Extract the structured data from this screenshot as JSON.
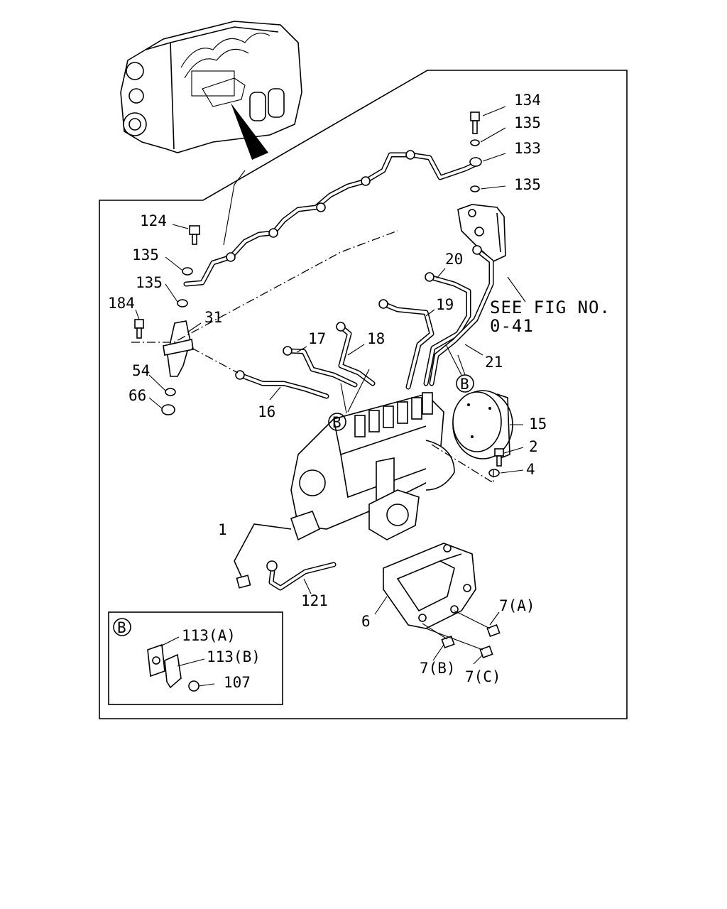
{
  "diagram": {
    "see_fig_line1": "SEE FIG NO.",
    "see_fig_line2": "0-41",
    "inset_marker": "B",
    "callouts": {
      "c134": "134",
      "c135a": "135",
      "c133": "133",
      "c135b": "135",
      "c124": "124",
      "c135c": "135",
      "c135d": "135",
      "c184": "184",
      "c31": "31",
      "c54": "54",
      "c66": "66",
      "c20": "20",
      "c19": "19",
      "c17": "17",
      "c18": "18",
      "c21": "21",
      "c16": "16",
      "c15": "15",
      "c2": "2",
      "c4": "4",
      "c1": "1",
      "c121": "121",
      "c6": "6",
      "c7a": "7(A)",
      "c7b": "7(B)",
      "c7c": "7(C)",
      "c113a": "113(A)",
      "c113b": "113(B)",
      "c107": "107"
    },
    "b_markers": [
      "B",
      "B"
    ]
  }
}
